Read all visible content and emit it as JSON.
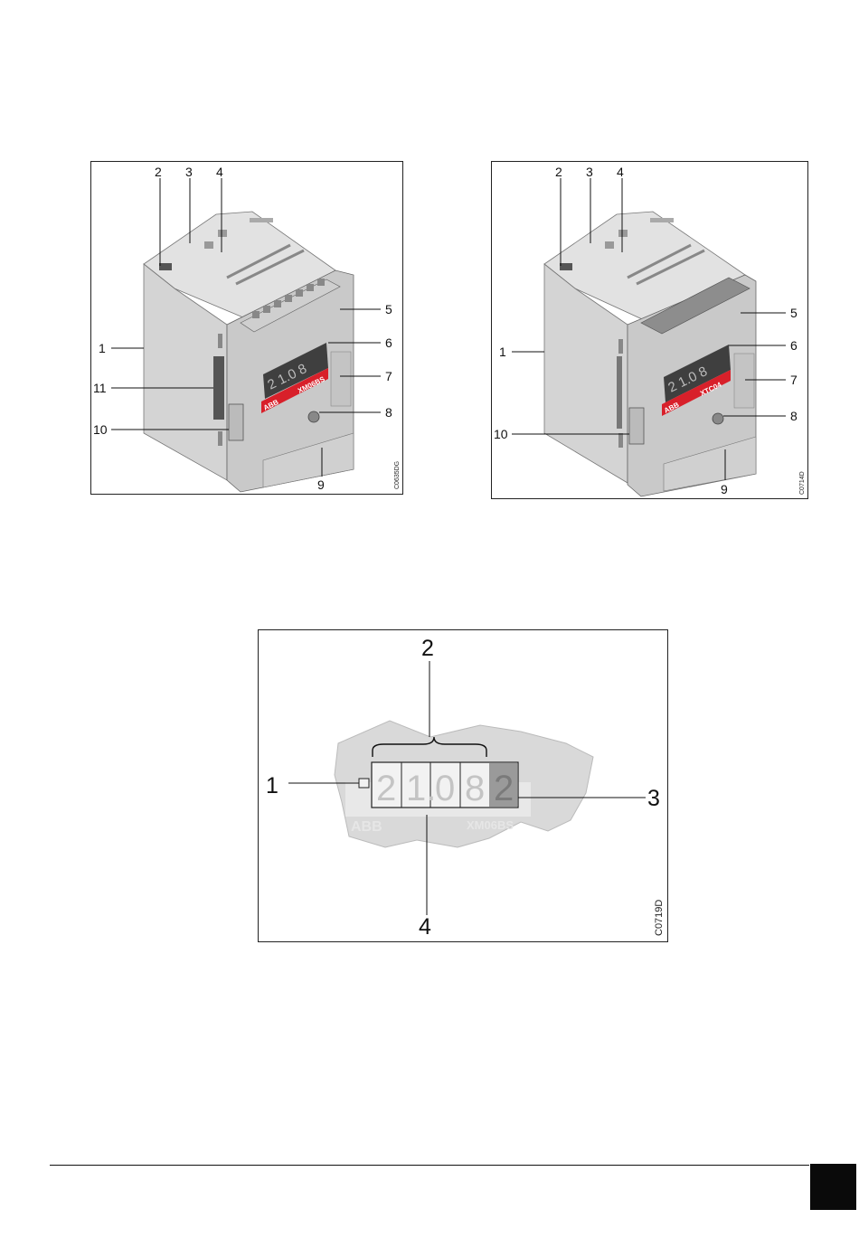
{
  "figure_left": {
    "callouts": [
      "1",
      "2",
      "3",
      "4",
      "5",
      "6",
      "7",
      "8",
      "9",
      "10",
      "11"
    ],
    "display_digits": "2 1.0 8",
    "brand": "ABB",
    "model": "XM06BS",
    "code": "C0635DG"
  },
  "figure_right": {
    "callouts": [
      "1",
      "2",
      "3",
      "4",
      "5",
      "6",
      "7",
      "8",
      "9",
      "10"
    ],
    "display_digits": "2 1.0 8",
    "brand": "ABB",
    "model": "XTC04",
    "code": "C0714D"
  },
  "figure_display": {
    "callouts": [
      "1",
      "2",
      "3",
      "4"
    ],
    "digits": [
      "2",
      "1.",
      "0",
      "8",
      "2"
    ],
    "brand": "ABB",
    "model": "XM06BS",
    "code": "C0719D"
  },
  "colors": {
    "housing": "#d8d8d8",
    "housing_dark": "#b5b5b5",
    "accent_red": "#d8202a",
    "display_dark": "#4a4a4a",
    "page_tab": "#0a0a0a"
  }
}
